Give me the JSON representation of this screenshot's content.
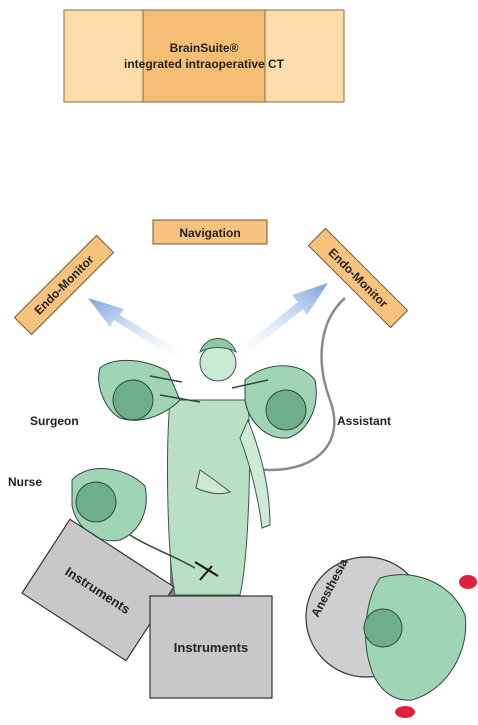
{
  "ct_box": {
    "line1": "BrainSuite®",
    "line2": "integrated intraoperative CT"
  },
  "labels": {
    "navigation": "Navigation",
    "endo_monitor_left": "Endo-Monitor",
    "endo_monitor_right": "Endo-Monitor",
    "surgeon": "Surgeon",
    "assistant": "Assistant",
    "nurse": "Nurse",
    "instruments_tilted": "Instruments",
    "instruments_front": "Instruments",
    "anesthesia": "Anesthesia"
  },
  "colors": {
    "ct_light": "#fbdcaa",
    "ct_dark": "#f6bd75",
    "ct_border": "#8a6a3c",
    "label_box": "#f7c27d",
    "label_border": "#7a5530",
    "scrubs": "#9fd5b6",
    "scrubs_dark": "#6fae8a",
    "table": "#7c7c7c",
    "instrument_tray": "#c8c8c8",
    "anesthesia_disk": "#cfcfcf",
    "arrow_blue": "#8aaee0",
    "shoes": "#e02040",
    "text": "#222222"
  }
}
